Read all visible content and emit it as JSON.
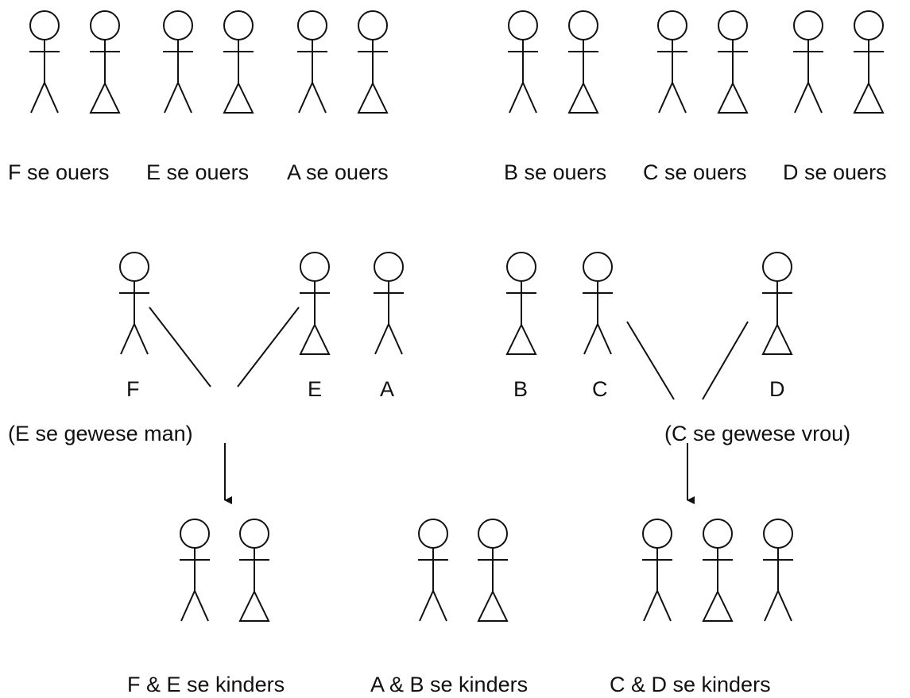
{
  "labels": {
    "parents_f": "F se ouers",
    "parents_e": "E se ouers",
    "parents_a": "A se ouers",
    "parents_b": "B se ouers",
    "parents_c": "C se ouers",
    "parents_d": "D se ouers",
    "person_f": "F",
    "person_e": "E",
    "person_a": "A",
    "person_b": "B",
    "person_c": "C",
    "person_d": "D",
    "former_husband": "(E se gewese man)",
    "former_wife": "(C se gewese vrou)",
    "children_fe": "F & E se kinders",
    "children_ab": "A & B se kinders",
    "children_cd": "C & D se kinders"
  },
  "figures": {
    "parents_row": [
      "male",
      "female",
      "male",
      "female",
      "male",
      "female",
      "male",
      "female",
      "male",
      "female",
      "male",
      "female"
    ],
    "middle_row": [
      "male",
      "female",
      "male",
      "female",
      "male",
      "female"
    ],
    "children_row": [
      "male",
      "female",
      "male",
      "female",
      "male",
      "female",
      "male"
    ]
  }
}
